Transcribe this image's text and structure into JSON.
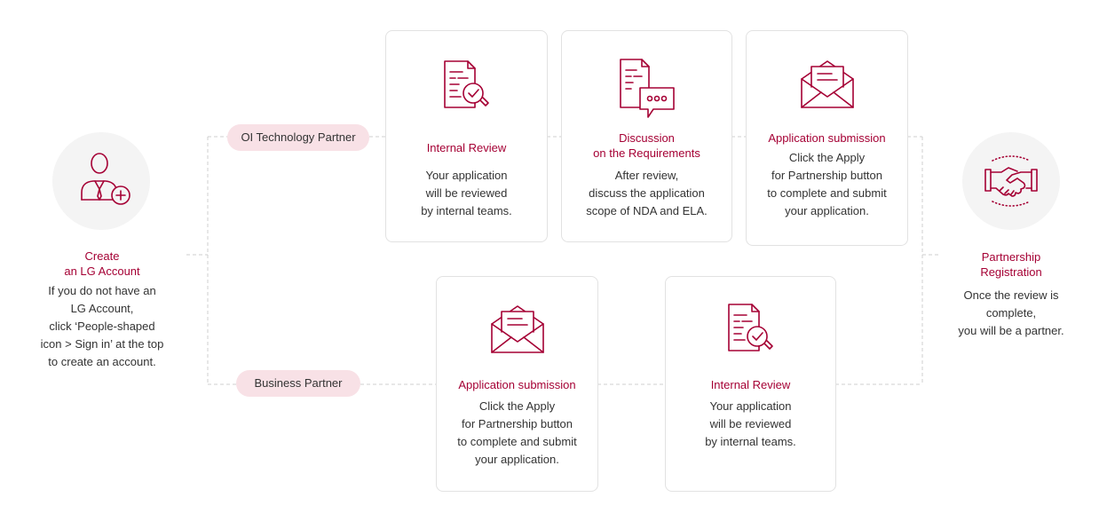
{
  "start": {
    "title": "Create\nan LG Account",
    "desc": "If you do not have an\nLG Account,\nclick ‘People-shaped\nicon > Sign in’ at the top\nto create an account.",
    "icon": "person-add-icon"
  },
  "end": {
    "title": "Partnership\nRegistration",
    "desc": "Once the review is\ncomplete,\nyou will be a partner.",
    "icon": "handshake-icon"
  },
  "tracks": [
    {
      "label": "OI Technology Partner",
      "steps": [
        {
          "title": "Internal Review",
          "desc": "Your application\nwill be reviewed\nby internal teams.",
          "icon": "document-check-icon"
        },
        {
          "title": "Discussion\non the Requirements",
          "desc": "After review,\ndiscuss the application\nscope of NDA and ELA.",
          "icon": "document-chat-icon"
        },
        {
          "title": "Application submission",
          "desc": "Click the Apply\nfor Partnership button\nto complete and submit\nyour application.",
          "icon": "envelope-letter-icon"
        }
      ]
    },
    {
      "label": "Business Partner",
      "steps": [
        {
          "title": "Application submission",
          "desc": "Click the Apply\nfor Partnership button\nto complete and submit\nyour application.",
          "icon": "envelope-letter-icon"
        },
        {
          "title": "Internal Review",
          "desc": "Your application\nwill be reviewed\nby internal teams.",
          "icon": "document-check-icon"
        }
      ]
    }
  ],
  "colors": {
    "accent": "#a50034",
    "pill": "#f8e1e6",
    "circle": "#f4f4f4",
    "line": "#cccccc"
  }
}
